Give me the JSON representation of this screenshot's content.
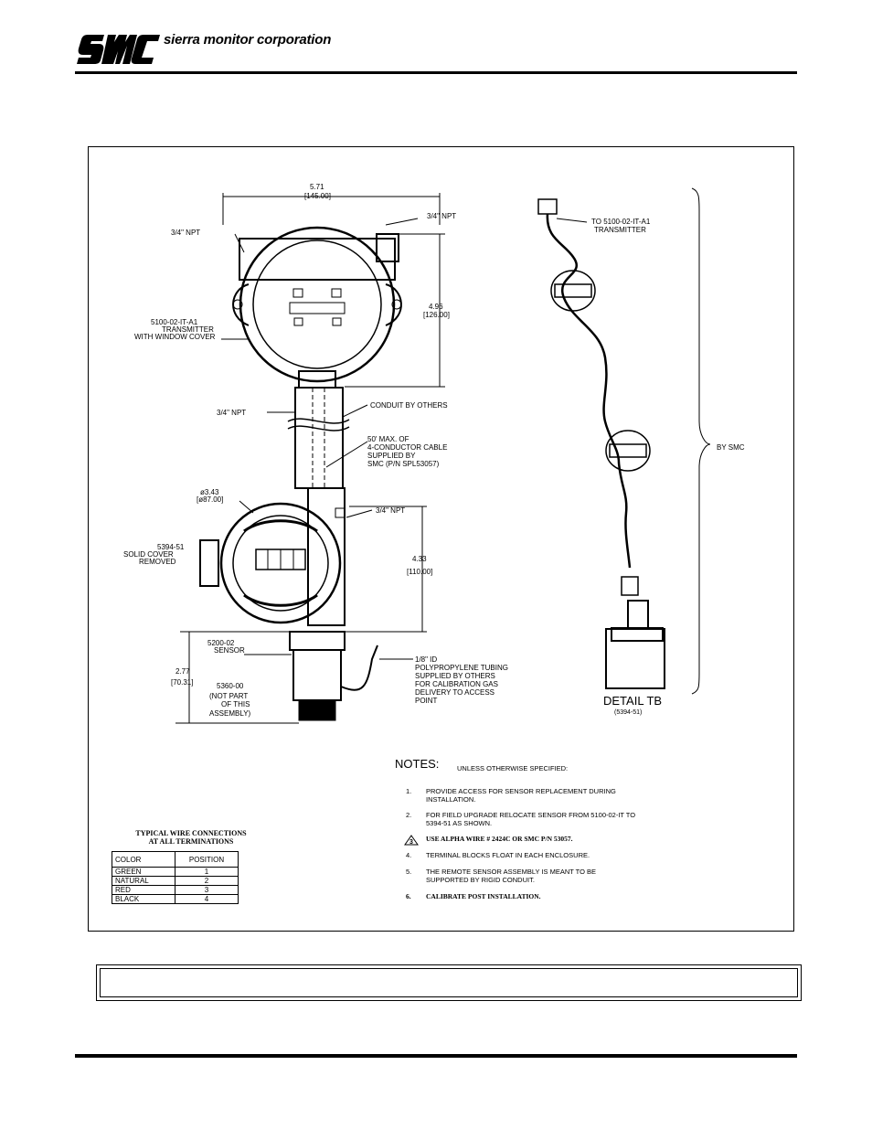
{
  "header": {
    "logo_text": "SMC",
    "brand_name": "sierra monitor corporation"
  },
  "drawing": {
    "dimensions": {
      "top_width": "5.71",
      "top_width_mm": "[145.00]",
      "right_height": "4.96",
      "right_height_mm": "[126.00]",
      "dia": "ø3.43",
      "dia_mm": "[ø87.00]",
      "mid_height": "4.33",
      "mid_height_mm": "[110.00]",
      "sensor_height": "2.77",
      "sensor_height_mm": "[70.31]"
    },
    "labels": {
      "npt_left_top": "3/4\" NPT",
      "npt_right_top": "3/4\" NPT",
      "transmitter": [
        "5100-02-IT-A1",
        "TRANSMITTER",
        "WITH WINDOW COVER"
      ],
      "npt_conduit": "3/4\" NPT",
      "conduit": "CONDUIT BY OTHERS",
      "cable": [
        "50' MAX. OF",
        "4-CONDUCTOR CABLE",
        "SUPPLIED BY",
        "SMC (P/N SPL53057)"
      ],
      "npt_junction": "3/4\" NPT",
      "solid_cover": [
        "5394-51",
        "SOLID COVER",
        "REMOVED"
      ],
      "sensor": [
        "5200-02",
        "SENSOR"
      ],
      "tubing": [
        "1/8\" ID",
        "POLYPROPYLENE TUBING",
        "SUPPLIED BY OTHERS",
        "FOR CALIBRATION GAS",
        "DELIVERY TO ACCESS",
        "POINT"
      ],
      "cal_cap": [
        "5360-00",
        "(NOT PART",
        "OF THIS",
        "ASSEMBLY)"
      ],
      "to_transmitter": [
        "TO 5100-02-IT-A1",
        "TRANSMITTER"
      ],
      "by_smc": "BY SMC",
      "detail": "DETAIL TB",
      "detail_sub": "(5394-51)"
    }
  },
  "notes": {
    "title": "NOTES:",
    "subtitle": "UNLESS OTHERWISE SPECIFIED:",
    "items": [
      {
        "num": "1.",
        "text": "PROVIDE ACCESS FOR SENSOR REPLACEMENT DURING INSTALLATION."
      },
      {
        "num": "2.",
        "text": "FOR FIELD UPGRADE RELOCATE SENSOR FROM 5100-02-IT TO 5394-51 AS SHOWN."
      },
      {
        "num": "3",
        "text": "USE ALPHA WIRE # 2424C OR SMC P/N 53057."
      },
      {
        "num": "4.",
        "text": "TERMINAL BLOCKS FLOAT IN EACH ENCLOSURE."
      },
      {
        "num": "5.",
        "text": "THE REMOTE SENSOR ASSEMBLY IS MEANT TO BE SUPPORTED BY RIGID CONDUIT."
      },
      {
        "num": "6.",
        "text": "CALIBRATE POST INSTALLATION."
      }
    ]
  },
  "wire_table": {
    "title_line1": "TYPICAL WIRE CONNECTIONS",
    "title_line2": "AT ALL TERMINATIONS",
    "headers": [
      "COLOR",
      "POSITION"
    ],
    "rows": [
      {
        "color": "GREEN",
        "position": "1"
      },
      {
        "color": "NATURAL",
        "position": "2"
      },
      {
        "color": "RED",
        "position": "3"
      },
      {
        "color": "BLACK",
        "position": "4"
      }
    ]
  }
}
